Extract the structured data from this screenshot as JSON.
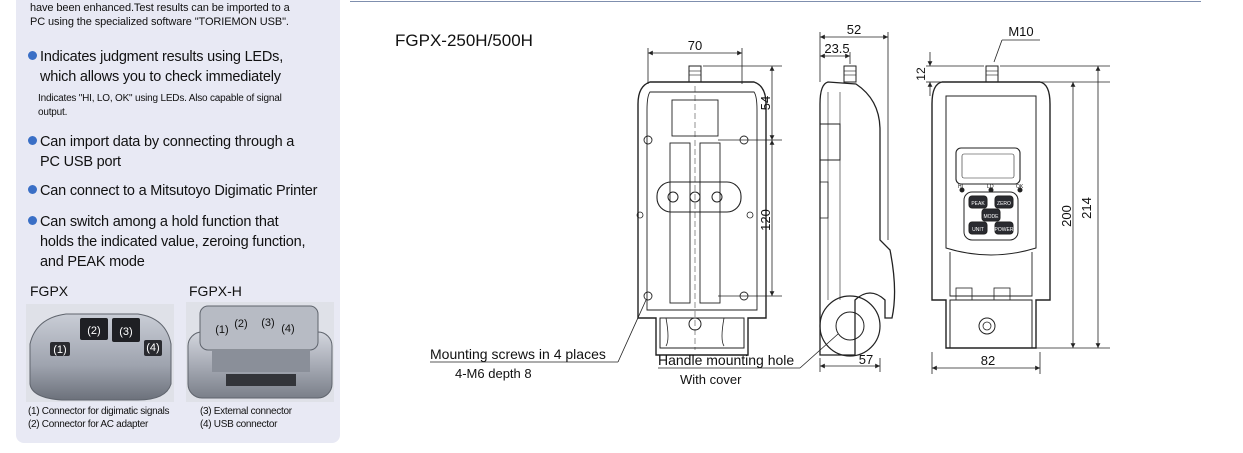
{
  "intro_text": "have been enhanced.Test results can be imported to a PC using the specialized software \"TORIEMON USB\".",
  "intro_lines": [
    "have been enhanced.Test results can be imported to a",
    "PC using the specialized software \"TORIEMON USB\"."
  ],
  "features": [
    {
      "line1": "Indicates judgment results using LEDs,",
      "line2": "which allows you to check immediately",
      "sub1": "Indicates \"HI, LO, OK\" using LEDs. Also capable of signal",
      "sub2": "output."
    },
    {
      "line1": "Can import data by connecting through a",
      "line2": "PC USB port"
    },
    {
      "line1": "Can connect to a Mitsutoyo Digimatic Printer"
    },
    {
      "line1": "Can switch among a hold function that",
      "line2": "holds the indicated value, zeroing function,",
      "line3": "and PEAK mode"
    }
  ],
  "photos": {
    "left_label": "FGPX",
    "right_label": "FGPX-H",
    "markers": [
      "(1)",
      "(2)",
      "(3)",
      "(4)"
    ]
  },
  "legend": {
    "l1": "(1) Connector for digimatic signals",
    "l2": "(2) Connector for AC adapter",
    "l3": "(3) External connector",
    "l4": "(4) USB connector"
  },
  "drawing": {
    "model_title": "FGPX-250H/500H",
    "dims": {
      "d70": "70",
      "d54": "54",
      "d120": "120",
      "d52": "52",
      "d23_5": "23.5",
      "d57": "57",
      "dM10": "M10",
      "d12": "12",
      "d200": "200",
      "d214": "214",
      "d82": "82"
    },
    "notes": {
      "mount1": "Mounting screws in 4 places",
      "mount2": "4-M6 depth 8",
      "handle1": "Handle mounting hole",
      "handle2": "With cover"
    },
    "keypad": {
      "peak": "PEAK",
      "zero": "ZERO",
      "unit": "UNIT",
      "power": "POWER",
      "mode": "MODE",
      "hi": "HI",
      "lo": "LO",
      "ok": "OK"
    }
  },
  "colors": {
    "panel_bg": "#e8e9f4",
    "bullet": "#3a6fc6",
    "rule": "#7f8fae"
  }
}
